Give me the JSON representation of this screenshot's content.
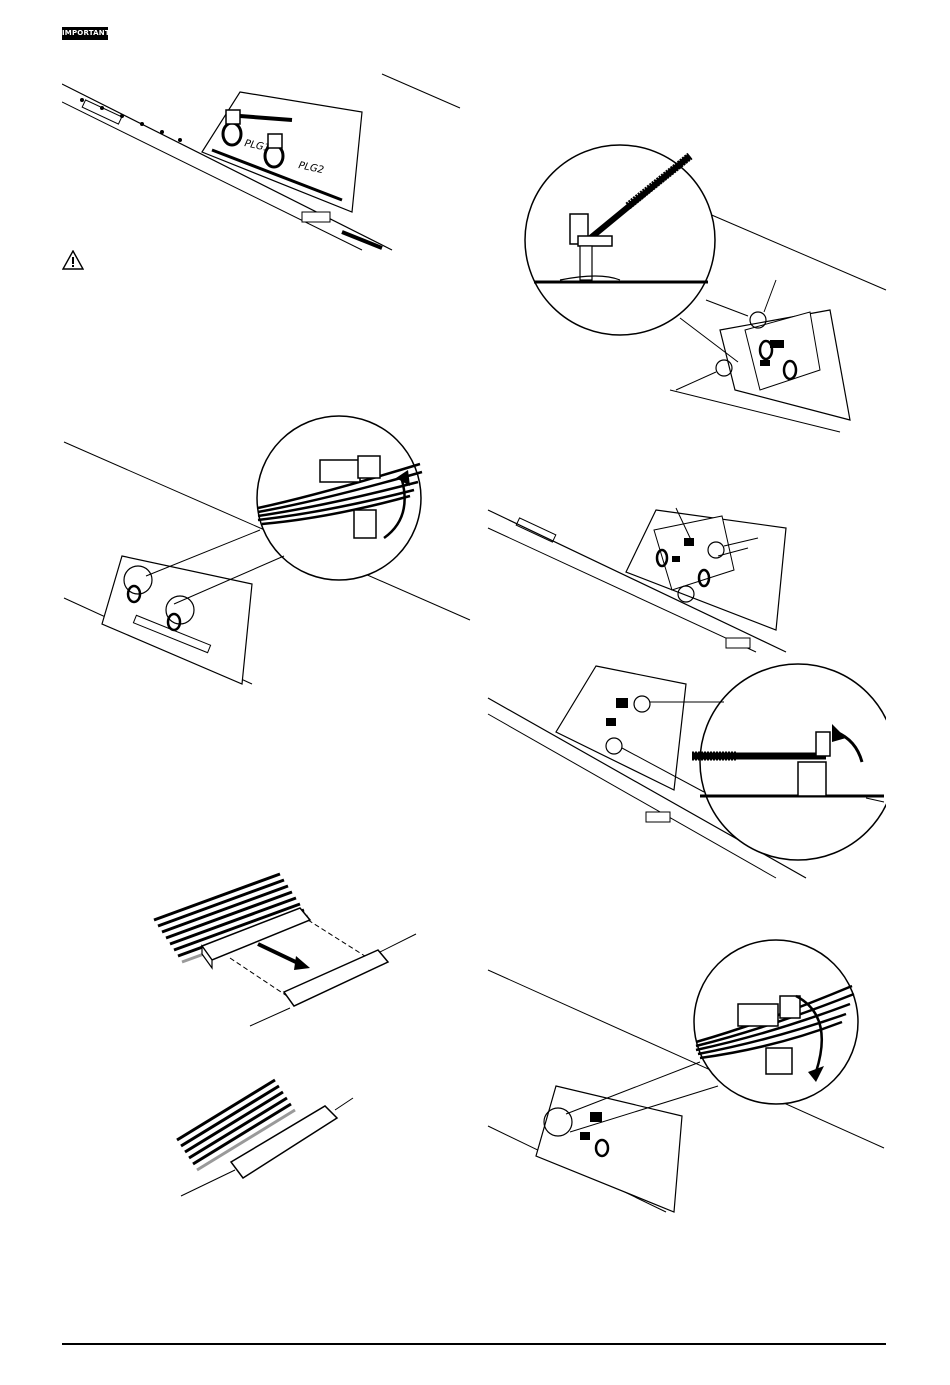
{
  "header": {
    "important_badge": "IMPORTANT"
  },
  "figures": {
    "board_labels": {
      "plg1": "PLG1",
      "plg2": "PLG2"
    }
  },
  "icons": {
    "caution": "warning-triangle-icon"
  },
  "colors": {
    "ink": "#000000",
    "paper": "#ffffff",
    "wire_highlight": "#9a9a9a"
  }
}
